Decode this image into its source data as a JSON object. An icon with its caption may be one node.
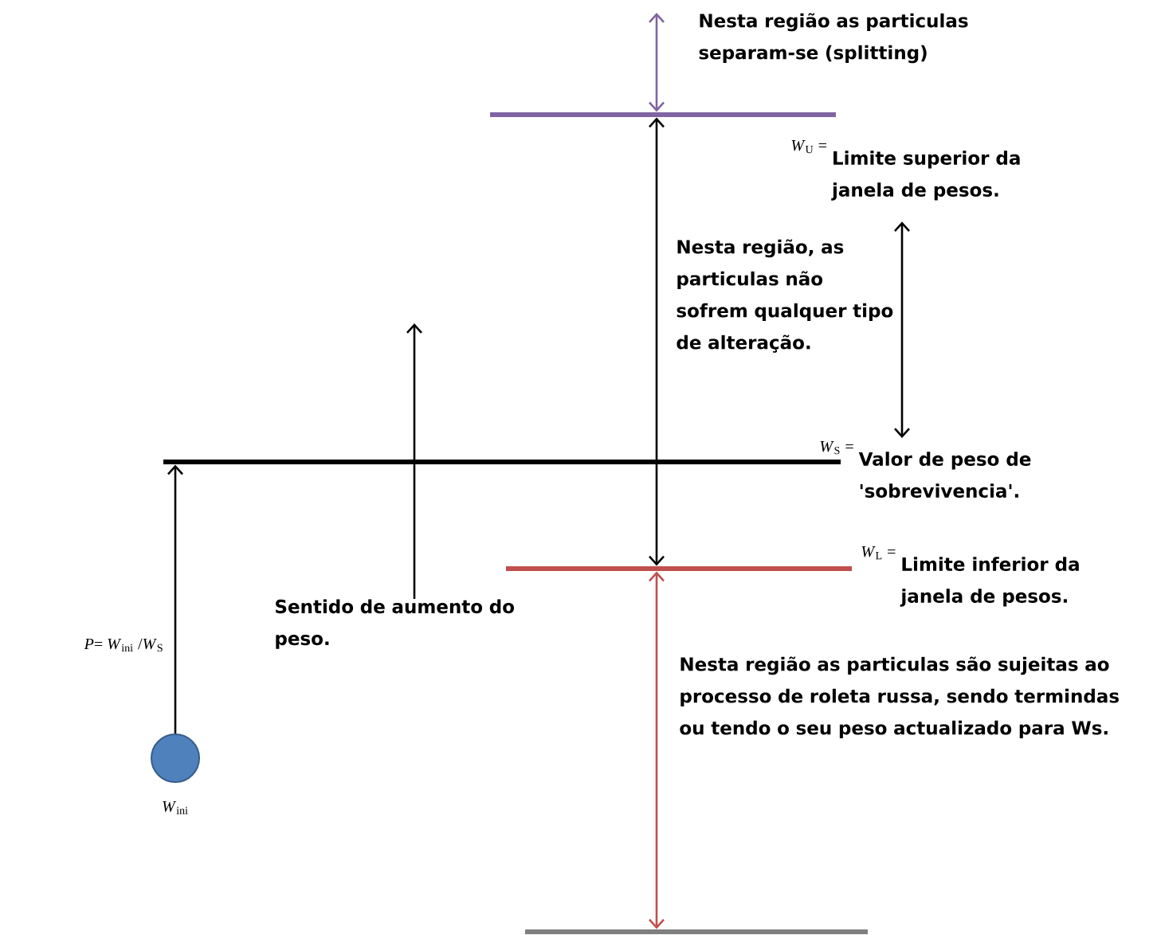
{
  "diagram": {
    "nodes": [
      {
        "text": [
          "Nesta região as particulas separam-se (splitting)"
        ]
      },
      {
        "text": [],
        "shape": "bar"
      },
      {
        "text": [
          "*W*$_{U}$ =",
          "Limite superior da janela de pesos."
        ]
      },
      {
        "text": [
          "Nesta região, as particulas não sofrem qualquer tipo de alteração."
        ]
      },
      {
        "text": [],
        "shape": "bar"
      },
      {
        "text": [
          "*W*$_{S}$ =",
          "Valor de peso de 'sobrevivencia'."
        ]
      },
      {
        "text": [],
        "shape": "bar"
      },
      {
        "text": [
          "*W*$_{L}$ =",
          "Limite inferior da janela de pesos."
        ]
      },
      {
        "text": [
          "Sentido de aumento do peso."
        ]
      },
      {
        "text": [],
        "shape": "circle",
        "beside": [
          "*W*$_{ini}$"
        ]
      },
      {
        "text": [
          "Nesta região as particulas são sujeitas ao processo de roleta russa, sendo termindas ou tendo o seu peso actualizado para Ws."
        ]
      },
      {
        "text": [],
        "shape": "bar"
      }
    ],
    "edges": [
      {
        "from": 0,
        "to": 1,
        "arrow": "both",
        "color": "#8064a2"
      },
      {
        "from": 6,
        "to": 1,
        "arrow": "both"
      },
      {
        "from": 2,
        "to": 5,
        "arrow": "both"
      },
      {
        "from": 6,
        "to": 11,
        "arrow": "both",
        "color": "#c0504d"
      },
      {
        "from": 9,
        "to": 4,
        "arrow": "to",
        "label": "*P*= *W*$_{ini}$ /*W*$_{S}$"
      },
      {
        "from": 8,
        "to": null,
        "arrow": "to"
      }
    ]
  }
}
